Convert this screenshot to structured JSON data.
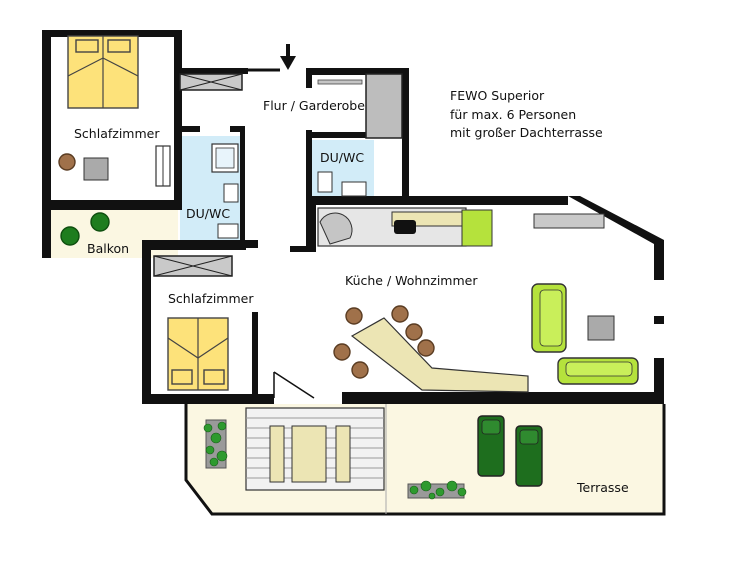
{
  "title": {
    "line1": "FEWO Superior",
    "line2": "für max. 6 Personen",
    "line3": "mit großer Dachterrasse"
  },
  "rooms": {
    "bedroom_1": "Schlafzimmer",
    "bedroom_2": "Schlafzimmer",
    "hall": "Flur / Garderobe",
    "bath_1": "DU/WC",
    "bath_2": "DU/WC",
    "balcony": "Balkon",
    "living": "Küche / Wohnzimmer",
    "terrace": "Terrasse"
  },
  "colors": {
    "bed": "#fde27a",
    "bathroom": "#d2ecf8",
    "balcony": "#fbf7e2",
    "terrace": "#fbf7e2",
    "sofa": "#b5e23c",
    "plant": "#1e7d1e",
    "lounger": "#1e6e1e",
    "chair": "#a0714a",
    "table": "#ece5b4",
    "wall": "#111111"
  }
}
